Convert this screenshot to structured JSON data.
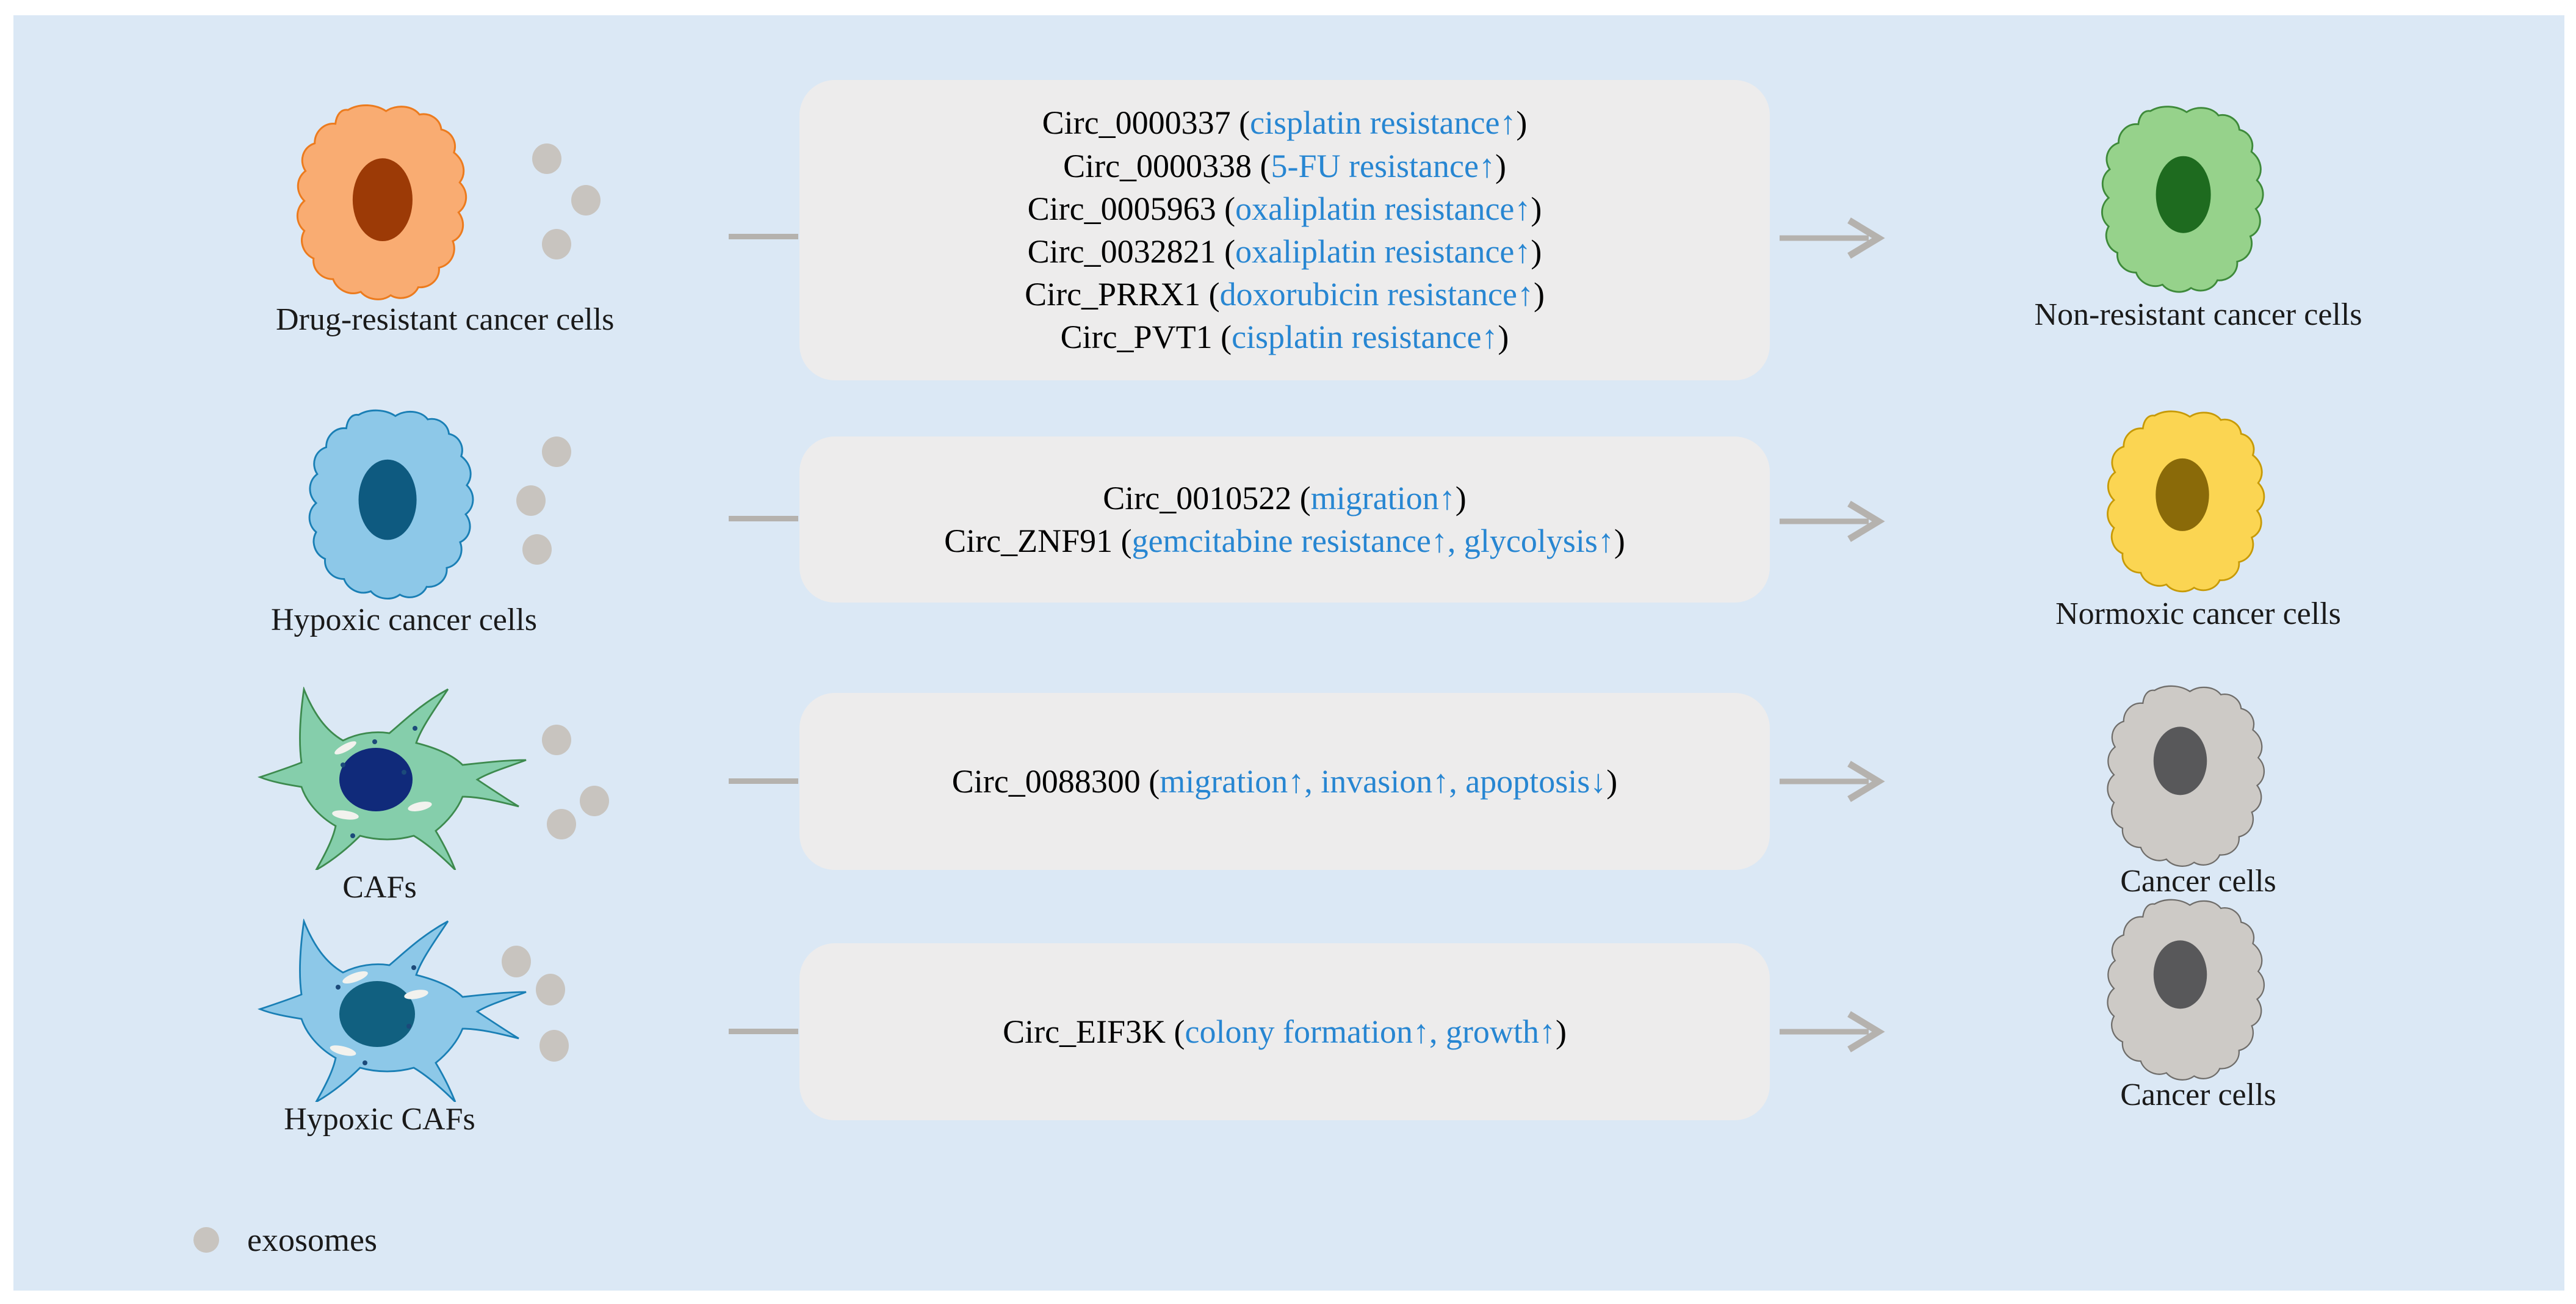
{
  "figure": {
    "background_color": "#dbe8f5",
    "box_fill_color": "#edecec",
    "effect_text_color": "#2786d2",
    "connector_color": "#b5b2ae",
    "exosome_color": "#c8c4bf"
  },
  "rows": [
    {
      "source": {
        "label": "Drug-resistant cancer cells",
        "cell_type": "round-cancer-cell",
        "body_color": "#f9ac72",
        "outline_color": "#ec7b1e",
        "nucleus_color": "#9c3a06"
      },
      "target": {
        "label": "Non-resistant cancer cells",
        "cell_type": "round-cancer-cell",
        "body_color": "#96d28b",
        "outline_color": "#3e8a3a",
        "nucleus_color": "#1e6b1f"
      },
      "entries": [
        {
          "rna": "Circ_0000337",
          "effects": [
            {
              "text": "cisplatin resistance",
              "direction": "up"
            }
          ]
        },
        {
          "rna": "Circ_0000338",
          "effects": [
            {
              "text": "5-FU resistance",
              "direction": "up"
            }
          ]
        },
        {
          "rna": "Circ_0005963",
          "effects": [
            {
              "text": "oxaliplatin resistance",
              "direction": "up"
            }
          ]
        },
        {
          "rna": "Circ_0032821",
          "effects": [
            {
              "text": "oxaliplatin resistance",
              "direction": "up"
            }
          ]
        },
        {
          "rna": "Circ_PRRX1",
          "effects": [
            {
              "text": "doxorubicin resistance",
              "direction": "up"
            }
          ]
        },
        {
          "rna": "Circ_PVT1",
          "effects": [
            {
              "text": "cisplatin resistance",
              "direction": "up"
            }
          ]
        }
      ]
    },
    {
      "source": {
        "label": "Hypoxic cancer cells",
        "cell_type": "round-cancer-cell",
        "body_color": "#8dc8e8",
        "outline_color": "#1a7fb5",
        "nucleus_color": "#0e5a80"
      },
      "target": {
        "label": "Normoxic cancer cells",
        "cell_type": "round-cancer-cell",
        "body_color": "#fbd552",
        "outline_color": "#c79a06",
        "nucleus_color": "#8a6a09"
      },
      "entries": [
        {
          "rna": "Circ_0010522",
          "effects": [
            {
              "text": "migration",
              "direction": "up"
            }
          ]
        },
        {
          "rna": "Circ_ZNF91",
          "effects": [
            {
              "text": "gemcitabine resistance",
              "direction": "up"
            },
            {
              "text": "glycolysis",
              "direction": "up"
            }
          ]
        }
      ]
    },
    {
      "source": {
        "label": "CAFs",
        "cell_type": "star-fibroblast",
        "body_color": "#85ceab",
        "outline_color": "#3d8a4e",
        "nucleus_color": "#102a7a"
      },
      "target": {
        "label": "Cancer cells",
        "cell_type": "round-cancer-cell",
        "body_color": "#cdcac6",
        "outline_color": "#6f6d6a",
        "nucleus_color": "#58585a"
      },
      "entries": [
        {
          "rna": "Circ_0088300",
          "effects": [
            {
              "text": "migration",
              "direction": "up"
            },
            {
              "text": "invasion",
              "direction": "up"
            },
            {
              "text": "apoptosis",
              "direction": "down"
            }
          ]
        }
      ]
    },
    {
      "source": {
        "label": "Hypoxic CAFs",
        "cell_type": "star-fibroblast",
        "body_color": "#8dc8e8",
        "outline_color": "#1a7fb5",
        "nucleus_color": "#116080"
      },
      "target": {
        "label": "Cancer cells",
        "cell_type": "round-cancer-cell",
        "body_color": "#cdcac6",
        "outline_color": "#6f6d6a",
        "nucleus_color": "#58585a"
      },
      "entries": [
        {
          "rna": "Circ_EIF3K",
          "effects": [
            {
              "text": "colony formation",
              "direction": "up"
            },
            {
              "text": "growth",
              "direction": "up"
            }
          ]
        }
      ]
    }
  ],
  "legend": {
    "label": "exosomes",
    "marker_color": "#c8c4bf"
  },
  "arrows": {
    "up_glyph": "↑",
    "down_glyph": "↓",
    "flow_arrow_color": "#b5b2ae"
  }
}
